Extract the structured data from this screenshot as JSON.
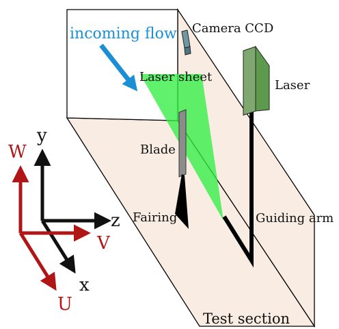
{
  "labels": {
    "incoming_flow": "incoming flow",
    "camera": "Camera CCD",
    "laser_sheet": "Laser sheet",
    "laser": "Laser",
    "blade": "Blade",
    "fairing": "Fairing",
    "guiding_arm": "Guiding arm",
    "test_section": "Test section"
  },
  "axes": {
    "black": {
      "y": "y",
      "z": "z",
      "x": "x"
    },
    "red": {
      "w": "W",
      "v": "V",
      "u": "U"
    }
  },
  "colors": {
    "wall": "#f8ece3",
    "laser_sheet": "#33ee44",
    "laser_body": "#5e9a4e",
    "blade": "#8c8c8c",
    "camera": "#5b8590",
    "flow_arrow": "#1a8fd6",
    "red_axes": "#b01616",
    "black_axes": "#111111"
  }
}
